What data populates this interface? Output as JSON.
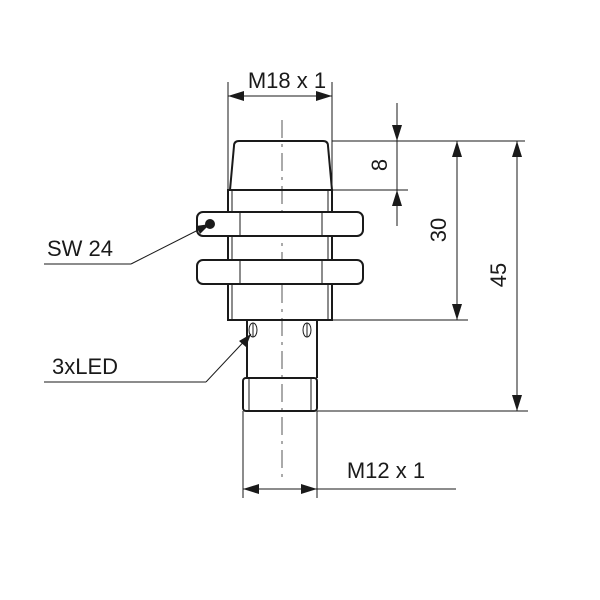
{
  "labels": {
    "thread_top": "M18 x 1",
    "thread_bottom": "M12 x 1",
    "wrench_size": "SW 24",
    "led": "3xLED",
    "dim_8": "8",
    "dim_30": "30",
    "dim_45": "45"
  }
}
